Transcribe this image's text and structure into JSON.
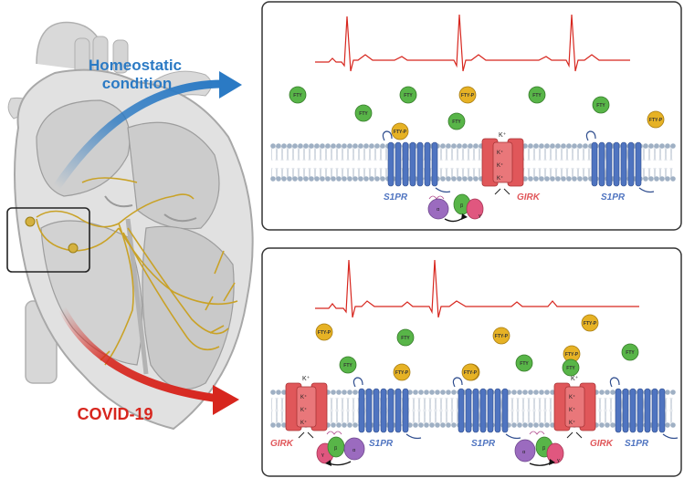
{
  "labels": {
    "homeostatic_line1": "Homeostatic",
    "homeostatic_line2": "condition",
    "covid": "COVID-19"
  },
  "molecules": {
    "fty": "FTY",
    "fty_p": "FTY-P"
  },
  "receptors": {
    "s1pr": "S1PR",
    "girk": "GIRK"
  },
  "ions": {
    "k_plus": "K⁺"
  },
  "g_protein": {
    "alpha": "α",
    "beta": "β",
    "gamma": "γ"
  },
  "colors": {
    "homeostatic_arrow": "#2b7ac4",
    "covid_arrow": "#d7261e",
    "ecg": "#d7261e",
    "s1pr": "#4f74c0",
    "girk": "#e0575a",
    "fty": "#58b548",
    "fty_p": "#e6b225",
    "conduction": "#c9a227"
  }
}
